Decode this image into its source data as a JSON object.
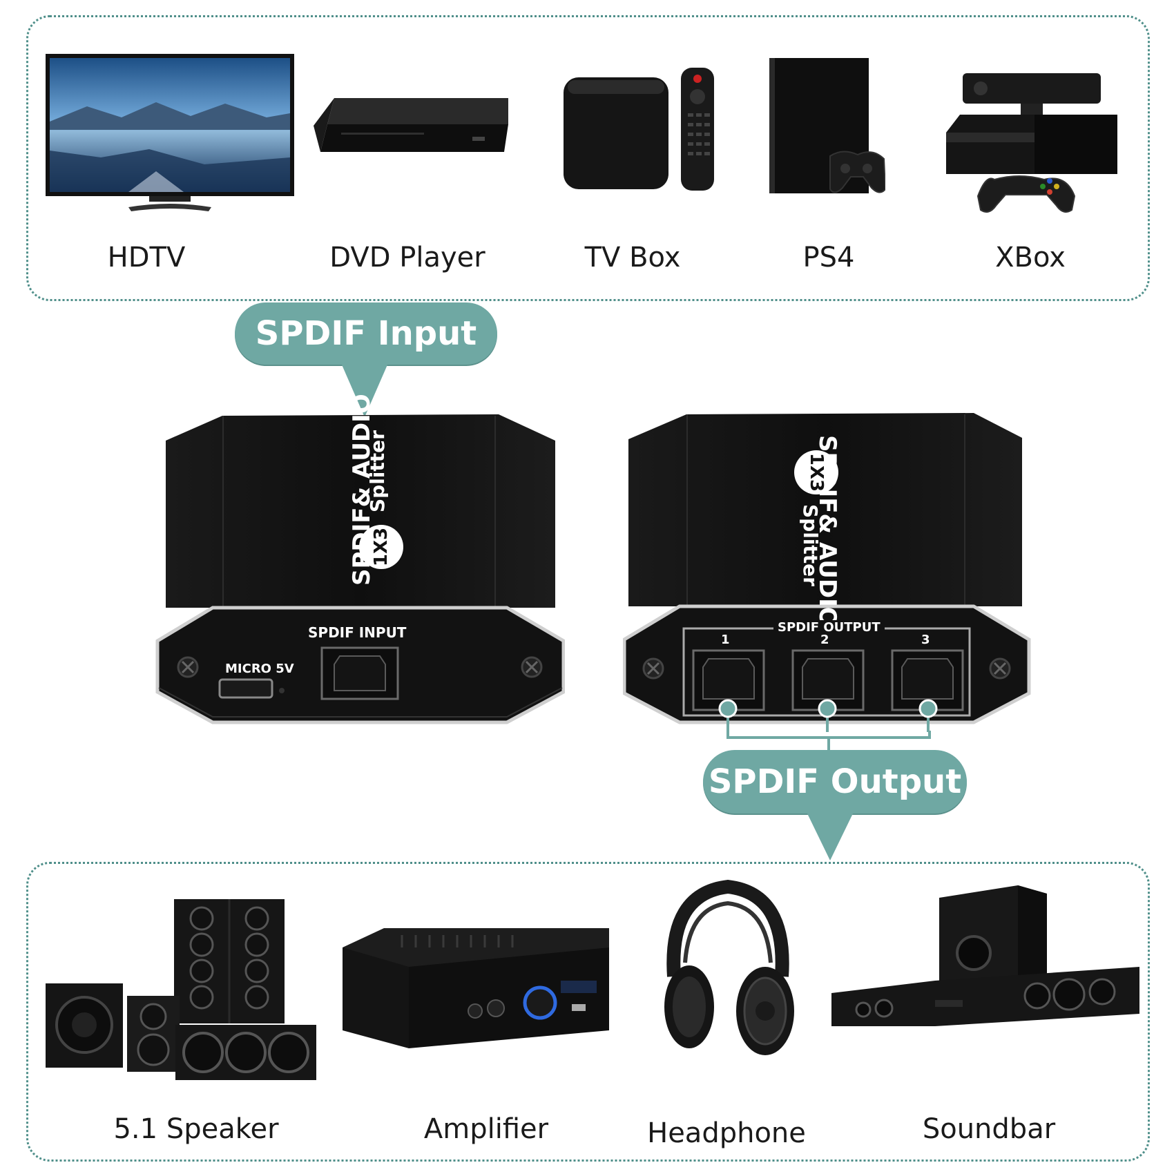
{
  "sources": [
    {
      "label": "HDTV",
      "icon": "hdtv-icon"
    },
    {
      "label": "DVD Player",
      "icon": "dvd-player-icon"
    },
    {
      "label": "TV Box",
      "icon": "tv-box-icon"
    },
    {
      "label": "PS4",
      "icon": "ps4-icon"
    },
    {
      "label": "XBox",
      "icon": "xbox-icon"
    }
  ],
  "callouts": {
    "input": "SPDIF Input",
    "output": "SPDIF Output"
  },
  "splitter": {
    "brand_line1": "SPDIF& AUDIO",
    "brand_badge": "1X3",
    "brand_line2": "Splitter",
    "input_port_label": "SPDIF INPUT",
    "power_label": "MICRO 5V",
    "output_port_label": "SPDIF OUTPUT",
    "output_ports": [
      "1",
      "2",
      "3"
    ]
  },
  "destinations": [
    {
      "label": "5.1 Speaker",
      "icon": "speaker-5-1-icon"
    },
    {
      "label": "Amplifier",
      "icon": "amplifier-icon"
    },
    {
      "label": "Headphone",
      "icon": "headphone-icon"
    },
    {
      "label": "Soundbar",
      "icon": "soundbar-icon"
    }
  ],
  "colors": {
    "accent": "#6fa8a3",
    "border": "#4f8f8a",
    "device": "#141414"
  }
}
